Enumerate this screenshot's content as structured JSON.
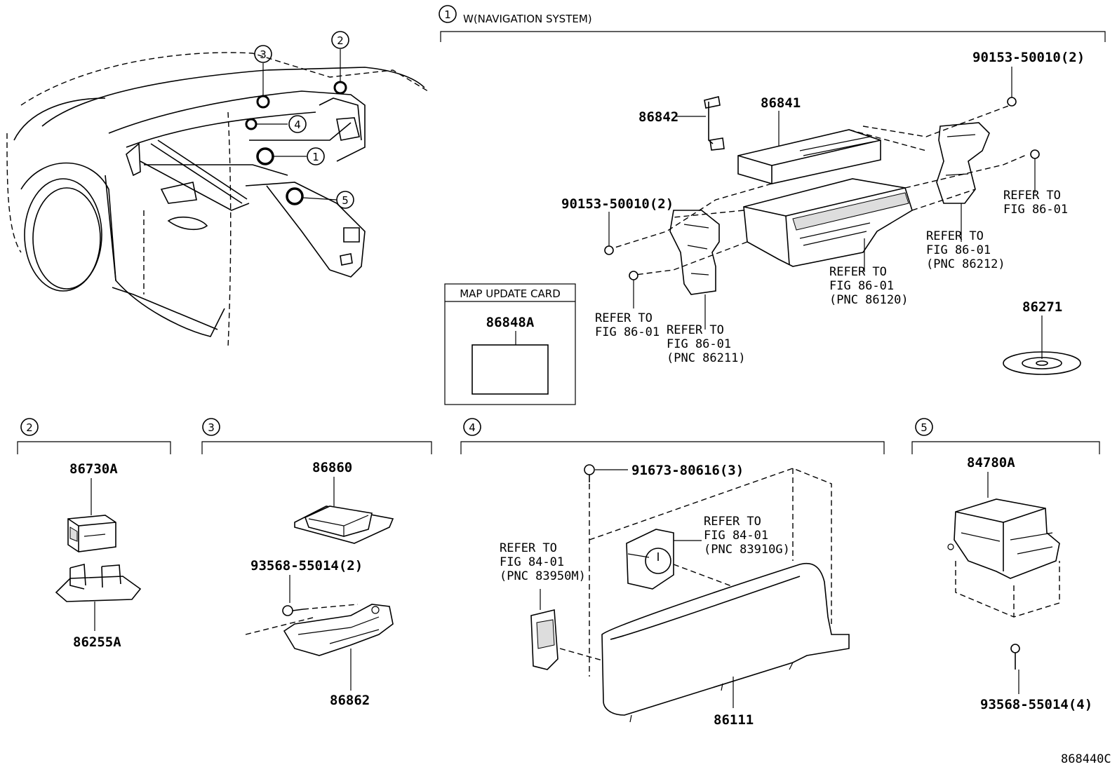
{
  "sections": {
    "s1": {
      "num": "1",
      "title": "W(NAVIGATION SYSTEM)"
    },
    "s2": {
      "num": "2"
    },
    "s3": {
      "num": "3"
    },
    "s4": {
      "num": "4"
    },
    "s5": {
      "num": "5"
    }
  },
  "overview": {
    "callouts": [
      "1",
      "2",
      "3",
      "4",
      "5"
    ]
  },
  "map_card": {
    "title": "MAP UPDATE CARD",
    "part": "86848A"
  },
  "parts": {
    "p86842": "86842",
    "p86841": "86841",
    "p90153_right": "90153-50010(2)",
    "p90153_left": "90153-50010(2)",
    "p86271": "86271",
    "p86730A": "86730A",
    "p86255A": "86255A",
    "p86860": "86860",
    "p93568_2": "93568-55014(2)",
    "p86862": "86862",
    "p91673": "91673-80616(3)",
    "p86111": "86111",
    "p84780A": "84780A",
    "p93568_4": "93568-55014(4)"
  },
  "refs": {
    "r_8601_a": [
      "REFER TO",
      "FIG 86-01"
    ],
    "r_86212": [
      "REFER TO",
      "FIG 86-01",
      "(PNC 86212)"
    ],
    "r_86120": [
      "REFER TO",
      "FIG 86-01",
      "(PNC 86120)"
    ],
    "r_8601_b": [
      "REFER TO",
      "FIG 86-01"
    ],
    "r_86211": [
      "REFER TO",
      "FIG 86-01",
      "(PNC 86211)"
    ],
    "r_83910G": [
      "REFER TO",
      "FIG 84-01",
      "(PNC 83910G)"
    ],
    "r_83950M": [
      "REFER TO",
      "FIG 84-01",
      "(PNC 83950M)"
    ]
  },
  "figure_id": "868440C"
}
